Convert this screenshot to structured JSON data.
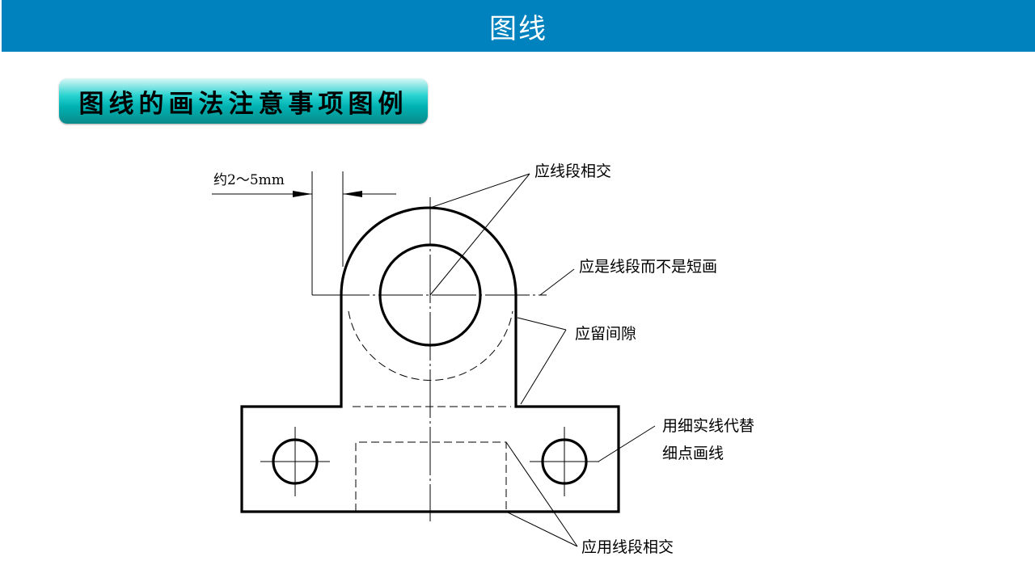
{
  "header": {
    "title": "图线"
  },
  "banner": {
    "title": "图线的画法注意事项图例"
  },
  "diagram": {
    "dimension_label": "约2～5mm",
    "labels": {
      "intersect_segments": "应线段相交",
      "segment_not_dot": "应是线段而不是短画",
      "leave_gap": "应留间隙",
      "thin_solid_line1": "用细实线代替",
      "thin_solid_line2": "细点画线",
      "intersect_with_segments": "应用线段相交"
    }
  },
  "colors": {
    "header_bg": "#0082bf",
    "banner_mid": "#00b2b2",
    "ink": "#000000"
  }
}
